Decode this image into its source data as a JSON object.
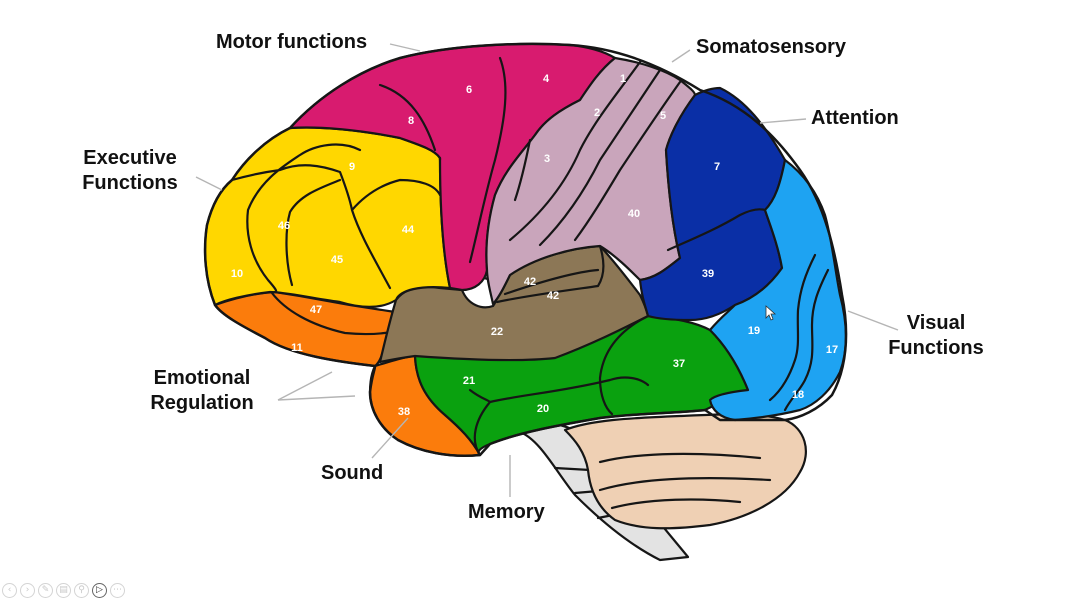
{
  "functions": {
    "motor": "Motor functions",
    "somatosensory": "Somatosensory",
    "attention": "Attention",
    "executive": [
      "Executive",
      "Functions"
    ],
    "visual": [
      "Visual",
      "Functions"
    ],
    "emotional": [
      "Emotional",
      "Regulation"
    ],
    "sound": "Sound",
    "memory": "Memory"
  },
  "areas": {
    "a1": "1",
    "a2": "2",
    "a3": "3",
    "a4": "4",
    "a5": "5",
    "a6": "6",
    "a7": "7",
    "a8": "8",
    "a9": "9",
    "a10": "10",
    "a11": "11",
    "a17": "17",
    "a18": "18",
    "a19": "19",
    "a20": "20",
    "a21": "21",
    "a22": "22",
    "a37": "37",
    "a38": "38",
    "a39": "39",
    "a40": "40",
    "a42a": "42",
    "a42b": "42",
    "a44": "44",
    "a45": "45",
    "a46": "46",
    "a47": "47"
  },
  "colors": {
    "frontal_yellow": "#FFD700",
    "motor_magenta": "#D81B6F",
    "somato_mauve": "#C9A5BB",
    "parietal_navy": "#0A2FA6",
    "occipital_blue": "#1EA3F2",
    "orbital_orange": "#FB7C0C",
    "auditory_brown": "#8C7756",
    "temporal_green": "#0AA10F",
    "cerebellum_tan": "#EFD0B4",
    "brainstem_gray": "#E3E3E3"
  },
  "toolbar": {
    "icons": [
      "previous-icon",
      "next-icon",
      "pen-icon",
      "slides-icon",
      "zoom-icon",
      "camera-icon",
      "more-icon"
    ]
  }
}
